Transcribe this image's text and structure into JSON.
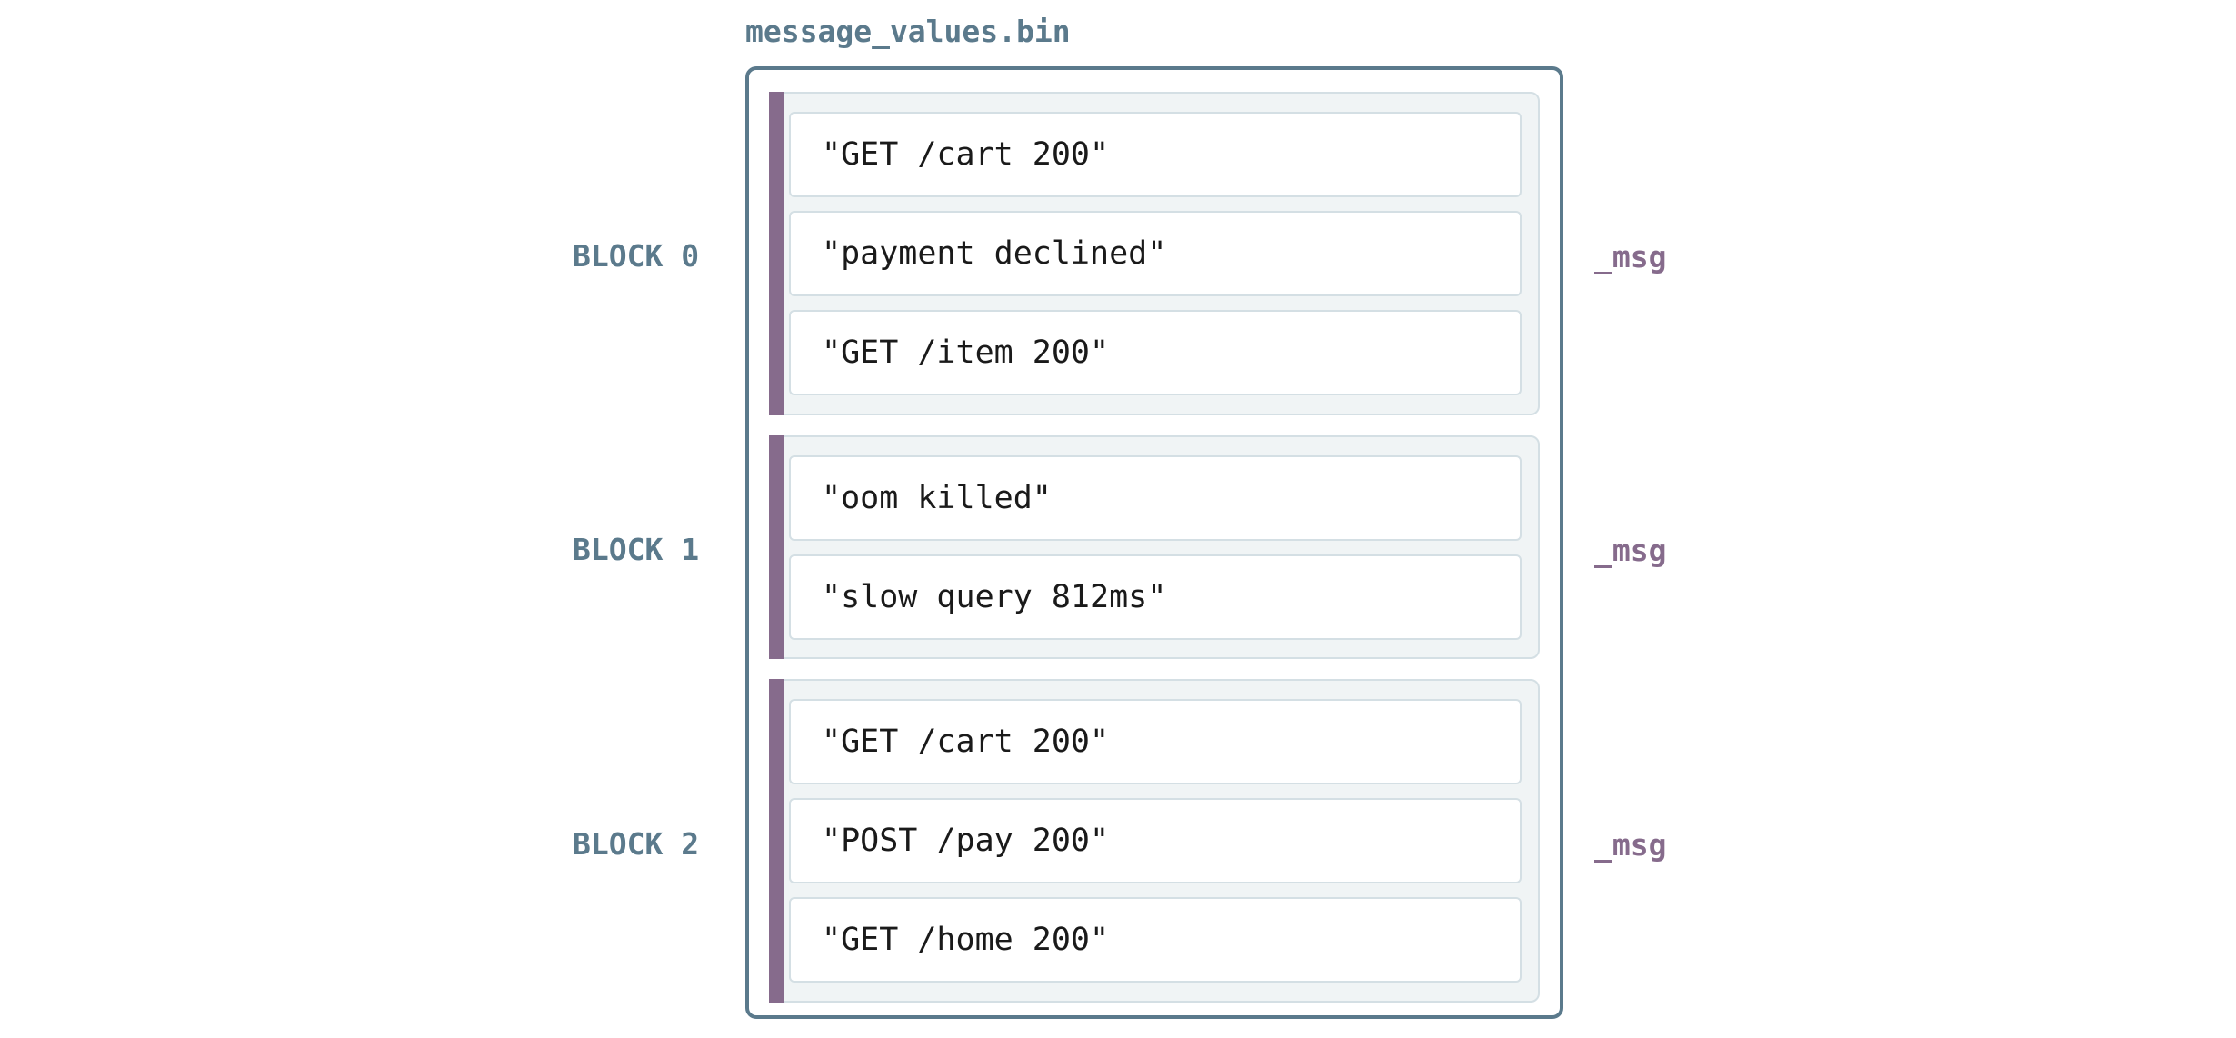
{
  "file_name": "message_values.bin",
  "field_name": "_msg",
  "colors": {
    "accent_slate": "#5b7a8c",
    "accent_mauve": "#866b8c",
    "block_bg": "#f0f4f5",
    "entry_border": "#d4dfe4"
  },
  "blocks": [
    {
      "label": "BLOCK 0",
      "field": "_msg",
      "values": [
        "\"GET /cart 200\"",
        "\"payment declined\"",
        "\"GET /item 200\""
      ]
    },
    {
      "label": "BLOCK 1",
      "field": "_msg",
      "values": [
        "\"oom killed\"",
        "\"slow query 812ms\""
      ]
    },
    {
      "label": "BLOCK 2",
      "field": "_msg",
      "values": [
        "\"GET /cart 200\"",
        "\"POST /pay 200\"",
        "\"GET /home 200\""
      ]
    }
  ]
}
